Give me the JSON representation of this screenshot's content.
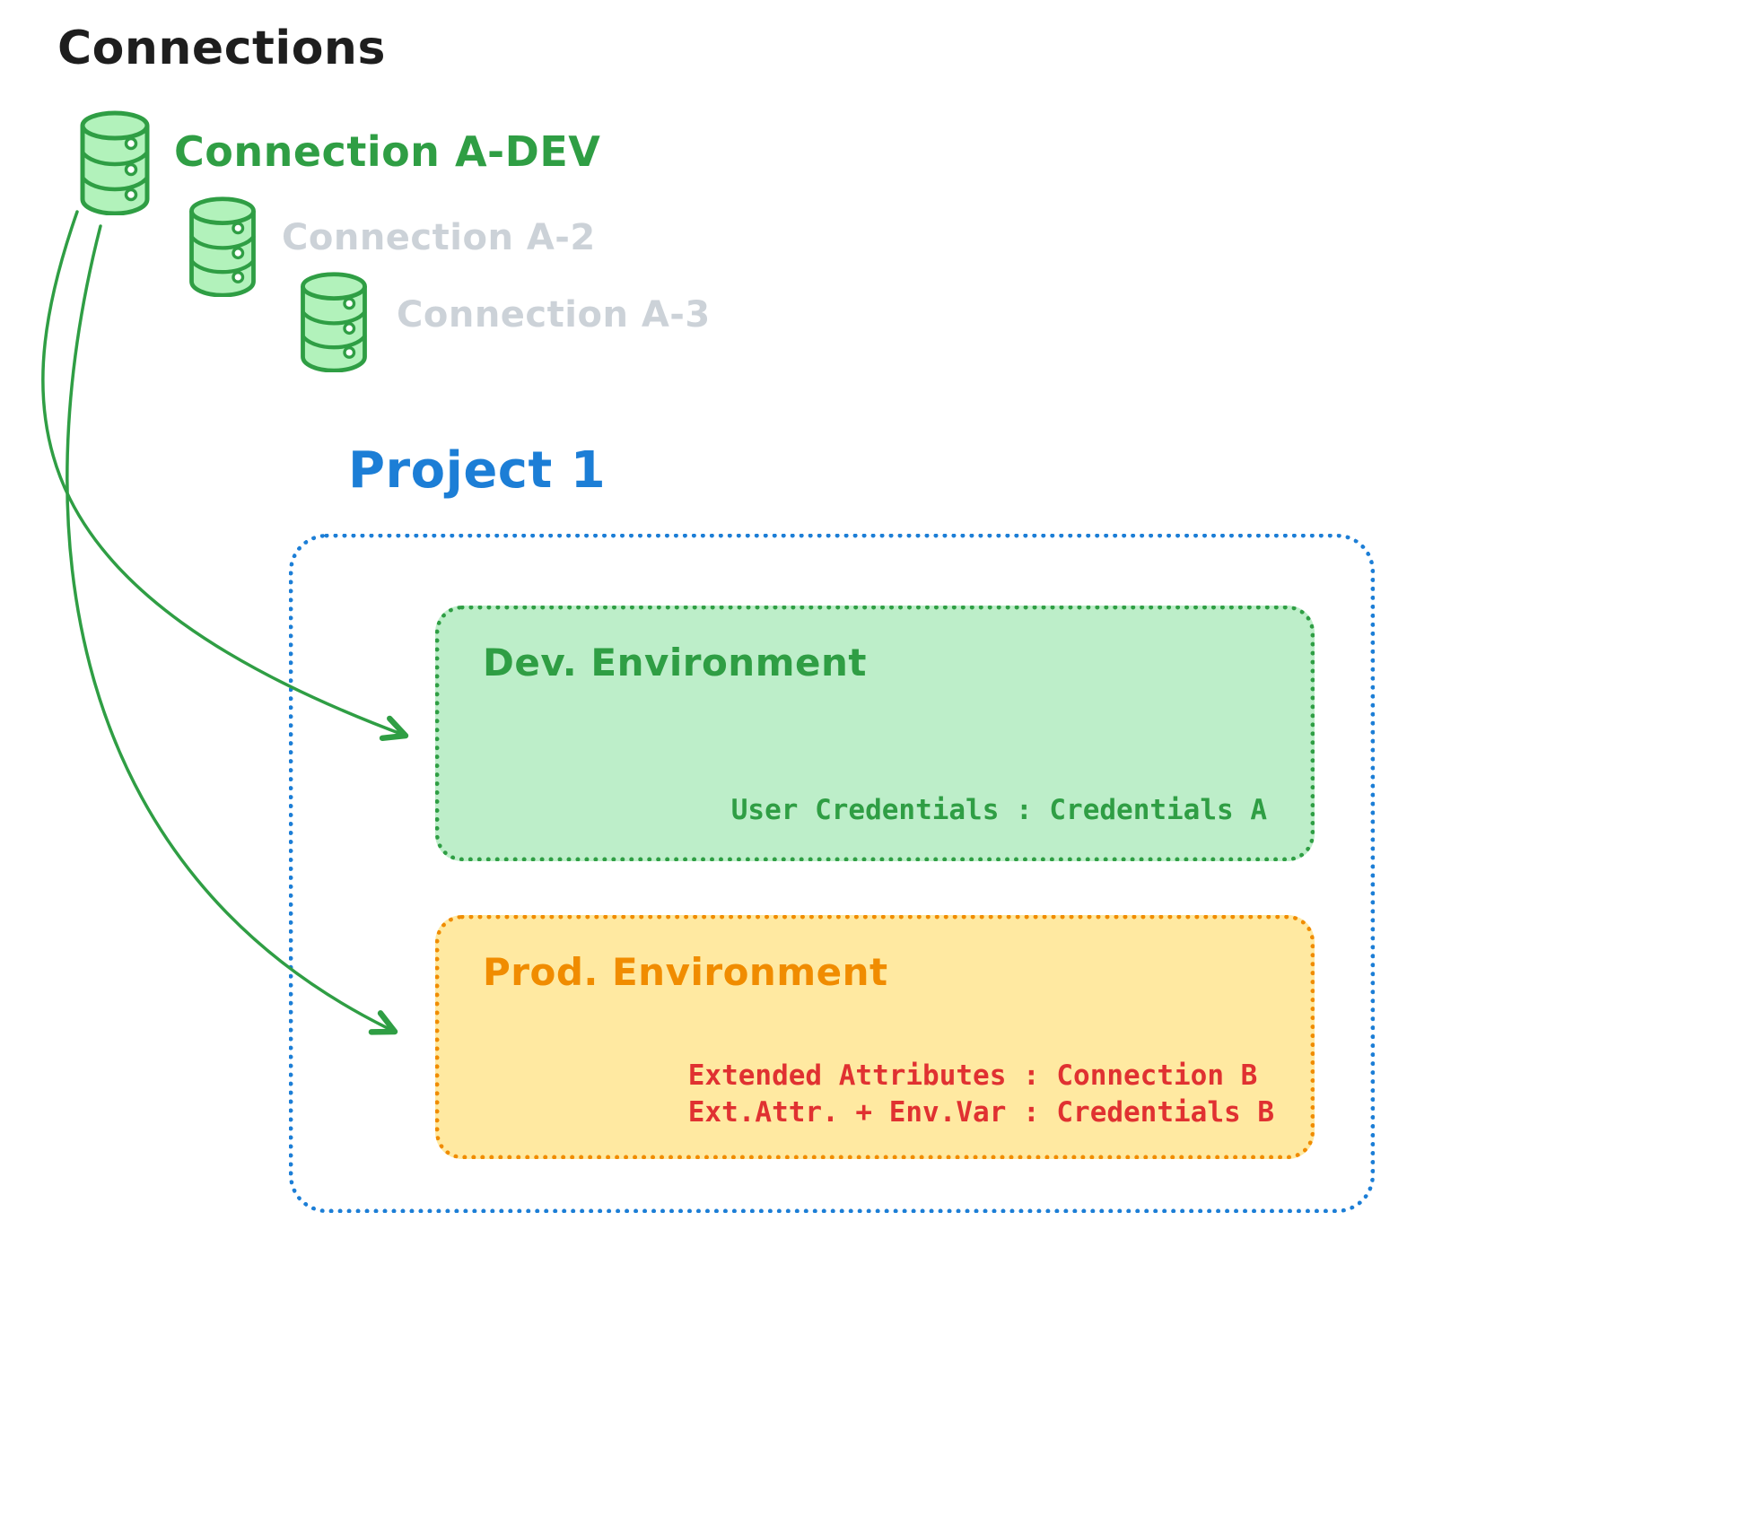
{
  "title": "Connections",
  "connections": [
    {
      "label": "Connection A-DEV",
      "state": "active"
    },
    {
      "label": "Connection A-2",
      "state": "inactive"
    },
    {
      "label": "Connection A-3",
      "state": "inactive"
    }
  ],
  "project": {
    "title": "Project 1",
    "environments": [
      {
        "id": "dev",
        "title": "Dev. Environment",
        "details": [
          "User Credentials : Credentials A"
        ]
      },
      {
        "id": "prod",
        "title": "Prod. Environment",
        "details": [
          "Extended Attributes : Connection B",
          "Ext.Attr. + Env.Var : Credentials B"
        ]
      }
    ]
  },
  "colors": {
    "green": "#2f9e44",
    "green_fill": "#b2f2bb",
    "dev_box_fill": "#bdeec9",
    "inactive_gray": "#ccd2d8",
    "blue": "#1c7ed6",
    "orange": "#f08c00",
    "prod_box_fill": "#ffe9a1",
    "red": "#e03131",
    "black": "#1e1e1e"
  }
}
